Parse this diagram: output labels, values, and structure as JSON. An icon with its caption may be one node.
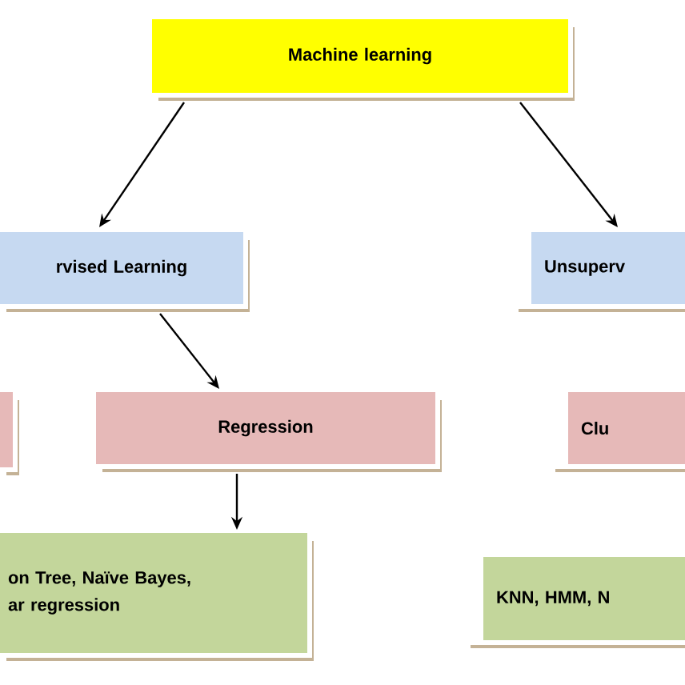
{
  "diagram": {
    "nodes": [
      {
        "text": [
          "Machine learning"
        ]
      },
      {
        "text": [
          "rvised Learning"
        ]
      },
      {
        "text": [
          "Unsuperv"
        ]
      },
      {
        "text": [],
        "shape": "box"
      },
      {
        "text": [
          "Regression"
        ]
      },
      {
        "text": [
          "Clu"
        ]
      },
      {
        "text": [
          "on Tree, Naïve Bayes, ar regression"
        ]
      },
      {
        "text": [
          "KNN, HMM, N"
        ]
      }
    ],
    "edges": [
      {
        "from": 0,
        "to": 1,
        "arrow": "to"
      },
      {
        "from": 0,
        "to": 2,
        "arrow": "to"
      },
      {
        "from": 1,
        "to": 4,
        "arrow": "to"
      },
      {
        "from": 4,
        "to": 6,
        "arrow": "to"
      }
    ]
  }
}
